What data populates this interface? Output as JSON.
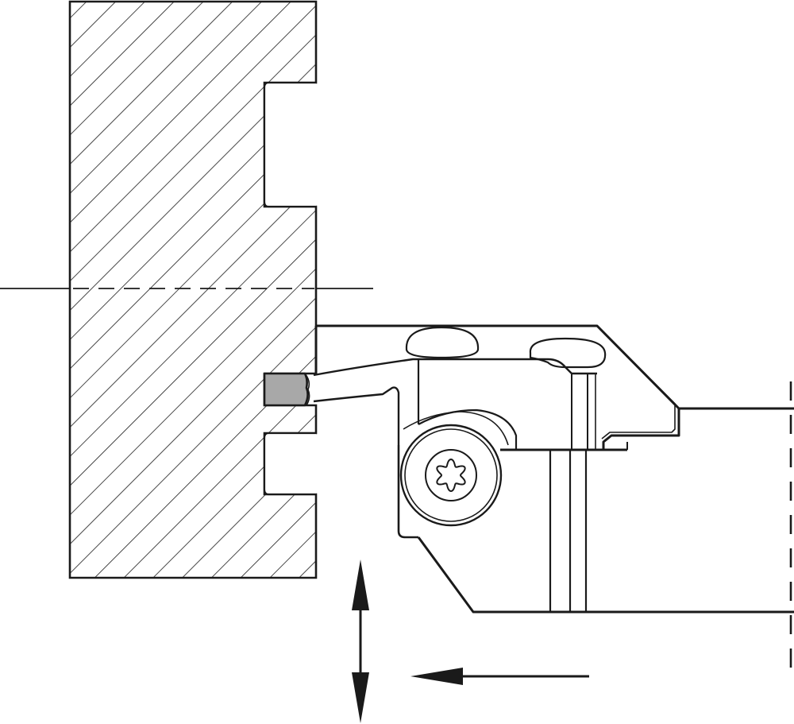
{
  "diagram": {
    "kind": "technical-drawing",
    "subject": "grooving-tool-holder-with-insert-machining-workpiece-face",
    "components": [
      {
        "id": "workpiece",
        "label": "",
        "style": "hatched-cross-section"
      },
      {
        "id": "centerline",
        "label": "",
        "style": "dash-chain"
      },
      {
        "id": "face-groove",
        "label": "",
        "style": "outline"
      },
      {
        "id": "cutting-insert",
        "label": "",
        "style": "grey-fill"
      },
      {
        "id": "tool-holder",
        "label": "",
        "style": "outline"
      },
      {
        "id": "clamp-screw",
        "label": "",
        "style": "torx-head"
      },
      {
        "id": "shank-break",
        "label": "",
        "style": "dashed-line"
      }
    ],
    "motions": [
      {
        "id": "feed-axial",
        "label": "",
        "direction": "vertical-bidirectional"
      },
      {
        "id": "feed-radial",
        "label": "",
        "direction": "leftward"
      }
    ],
    "colors": {
      "line": "#1a1a1a",
      "insert_fill": "#a8a8a8",
      "background": "#ffffff"
    }
  }
}
